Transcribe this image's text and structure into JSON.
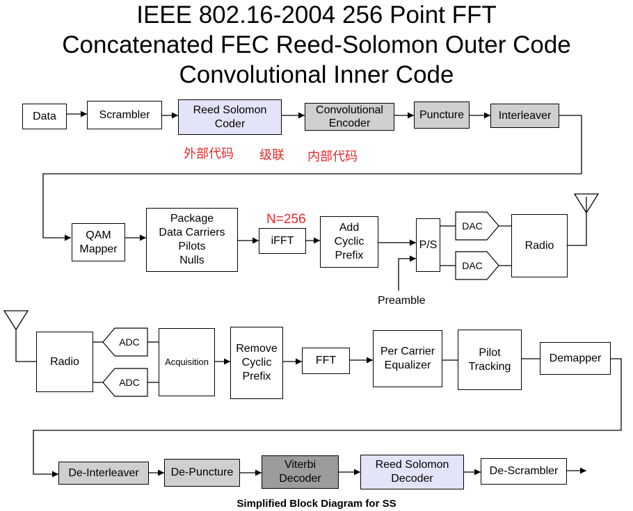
{
  "title": {
    "line1": "IEEE 802.16-2004 256 Point FFT",
    "line2": "Concatenated FEC  Reed-Solomon Outer Code",
    "line3": "Convolutional Inner Code"
  },
  "tx_chain": {
    "data": "Data",
    "scrambler": "Scrambler",
    "reed_solomon": "Reed Solomon\nCoder",
    "convolutional": "Convolutional\nEncoder",
    "puncture": "Puncture",
    "interleaver": "Interleaver",
    "outer_code_cn": "外部代码",
    "concatenation_cn": "级联",
    "inner_code_cn": "内部代码",
    "qam_mapper": "QAM\nMapper",
    "package": "Package\nData Carriers\nPilots\nNulls",
    "n_label": "N=256",
    "ifft": "iFFT",
    "add_cp": "Add\nCyclic\nPrefix",
    "ps": "P/S",
    "dac1": "DAC",
    "dac2": "DAC",
    "radio": "Radio",
    "preamble": "Preamble"
  },
  "rx_chain": {
    "radio": "Radio",
    "adc1": "ADC",
    "adc2": "ADC",
    "acquisition": "Acquisition",
    "remove_cp": "Remove\nCyclic\nPrefix",
    "fft": "FFT",
    "equalizer": "Per Carrier\nEqualizer",
    "pilot_tracking": "Pilot\nTracking",
    "demapper": "Demapper",
    "deinterleaver": "De-Interleaver",
    "depuncture": "De-Puncture",
    "viterbi": "Viterbi\nDecoder",
    "rs_decoder": "Reed Solomon\nDecoder",
    "descrambler": "De-Scrambler"
  },
  "caption": "Simplified Block Diagram for SS"
}
